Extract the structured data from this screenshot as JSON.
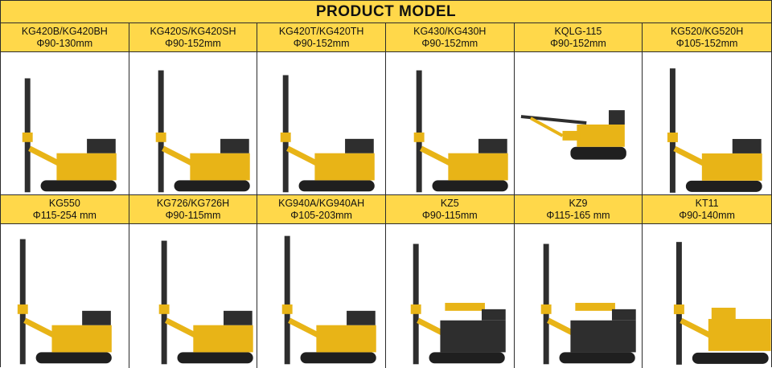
{
  "title": "PRODUCT MODEL",
  "colors": {
    "header_yellow": "#ffd84a",
    "machine_yellow": "#e8b417",
    "machine_dark": "#2e2e2e",
    "track": "#1f1f1f"
  },
  "rows": [
    [
      {
        "model": "KG420B/KG420BH",
        "spec": "Φ90-130mm",
        "image": "drill-rig-photo"
      },
      {
        "model": "KG420S/KG420SH",
        "spec": "Φ90-152mm",
        "image": "drill-rig-photo"
      },
      {
        "model": "KG420T/KG420TH",
        "spec": "Φ90-152mm",
        "image": "drill-rig-photo"
      },
      {
        "model": "KG430/KG430H",
        "spec": "Φ90-152mm",
        "image": "drill-rig-photo"
      },
      {
        "model": "KQLG-115",
        "spec": "Φ90-152mm",
        "image": "drill-rig-photo"
      },
      {
        "model": "KG520/KG520H",
        "spec": "Φ105-152mm",
        "image": "drill-rig-photo"
      }
    ],
    [
      {
        "model": "KG550",
        "spec": "Φ115-254 mm",
        "image": "drill-rig-photo"
      },
      {
        "model": "KG726/KG726H",
        "spec": "Φ90-115mm",
        "image": "drill-rig-photo"
      },
      {
        "model": "KG940A/KG940AH",
        "spec": "Φ105-203mm",
        "image": "drill-rig-photo"
      },
      {
        "model": "KZ5",
        "spec": "Φ90-115mm",
        "image": "drill-rig-photo"
      },
      {
        "model": "KZ9",
        "spec": "Φ115-165 mm",
        "image": "drill-rig-photo"
      },
      {
        "model": "KT11",
        "spec": "Φ90-140mm",
        "image": "drill-rig-photo"
      }
    ]
  ]
}
